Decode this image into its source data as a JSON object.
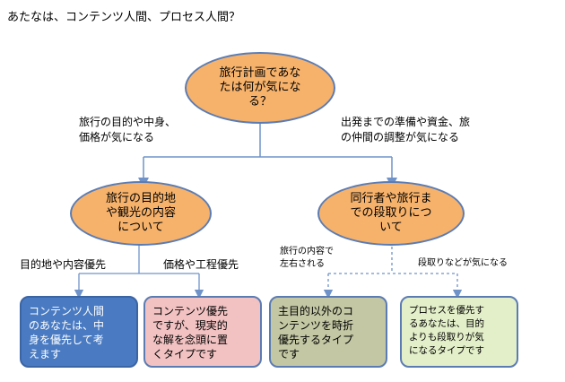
{
  "title": "あたなは、コンテンツ人間、プロセス人間？",
  "root": {
    "text": "旅行計画であな\nたは何が気にな\nる？"
  },
  "edge_left": "旅行の目的や中身、\n価格が気になる",
  "edge_right": "出発までの準備や資金、旅\nの仲間の調整が気になる",
  "node_left": {
    "text": "旅行の目的地\nや観光の内容\nについて"
  },
  "node_right": {
    "text": "同行者や旅行ま\nでの段取りにつ\nいて"
  },
  "label_ll": "目的地や内容優先",
  "label_lr": "価格や工程優先",
  "label_rl": "旅行の内容で\n左右される",
  "label_rr": "段取りなどが気になる",
  "leaf1": "コンテンツ人間\nのあなたは、中\n身を優先して考\nえます",
  "leaf2": "コンテンツ優先\nですが、現実的\nな解を念頭に置\nくタイプです",
  "leaf3": "主目的以外のコ\nンテンツを時折\n優先するタイプ\nです",
  "leaf4": "プロセスを優先す\nるあなたは、目的\nよりも段取りが気\nになるタイプです",
  "colors": {
    "node_fill": "#f6b26b",
    "node_border": "#5b7cb3",
    "leaf1": "#4a7bc2",
    "leaf2": "#f2c2c2",
    "leaf3": "#c3c7a3",
    "leaf4": "#e3efc9",
    "connector": "#6f93c8"
  }
}
